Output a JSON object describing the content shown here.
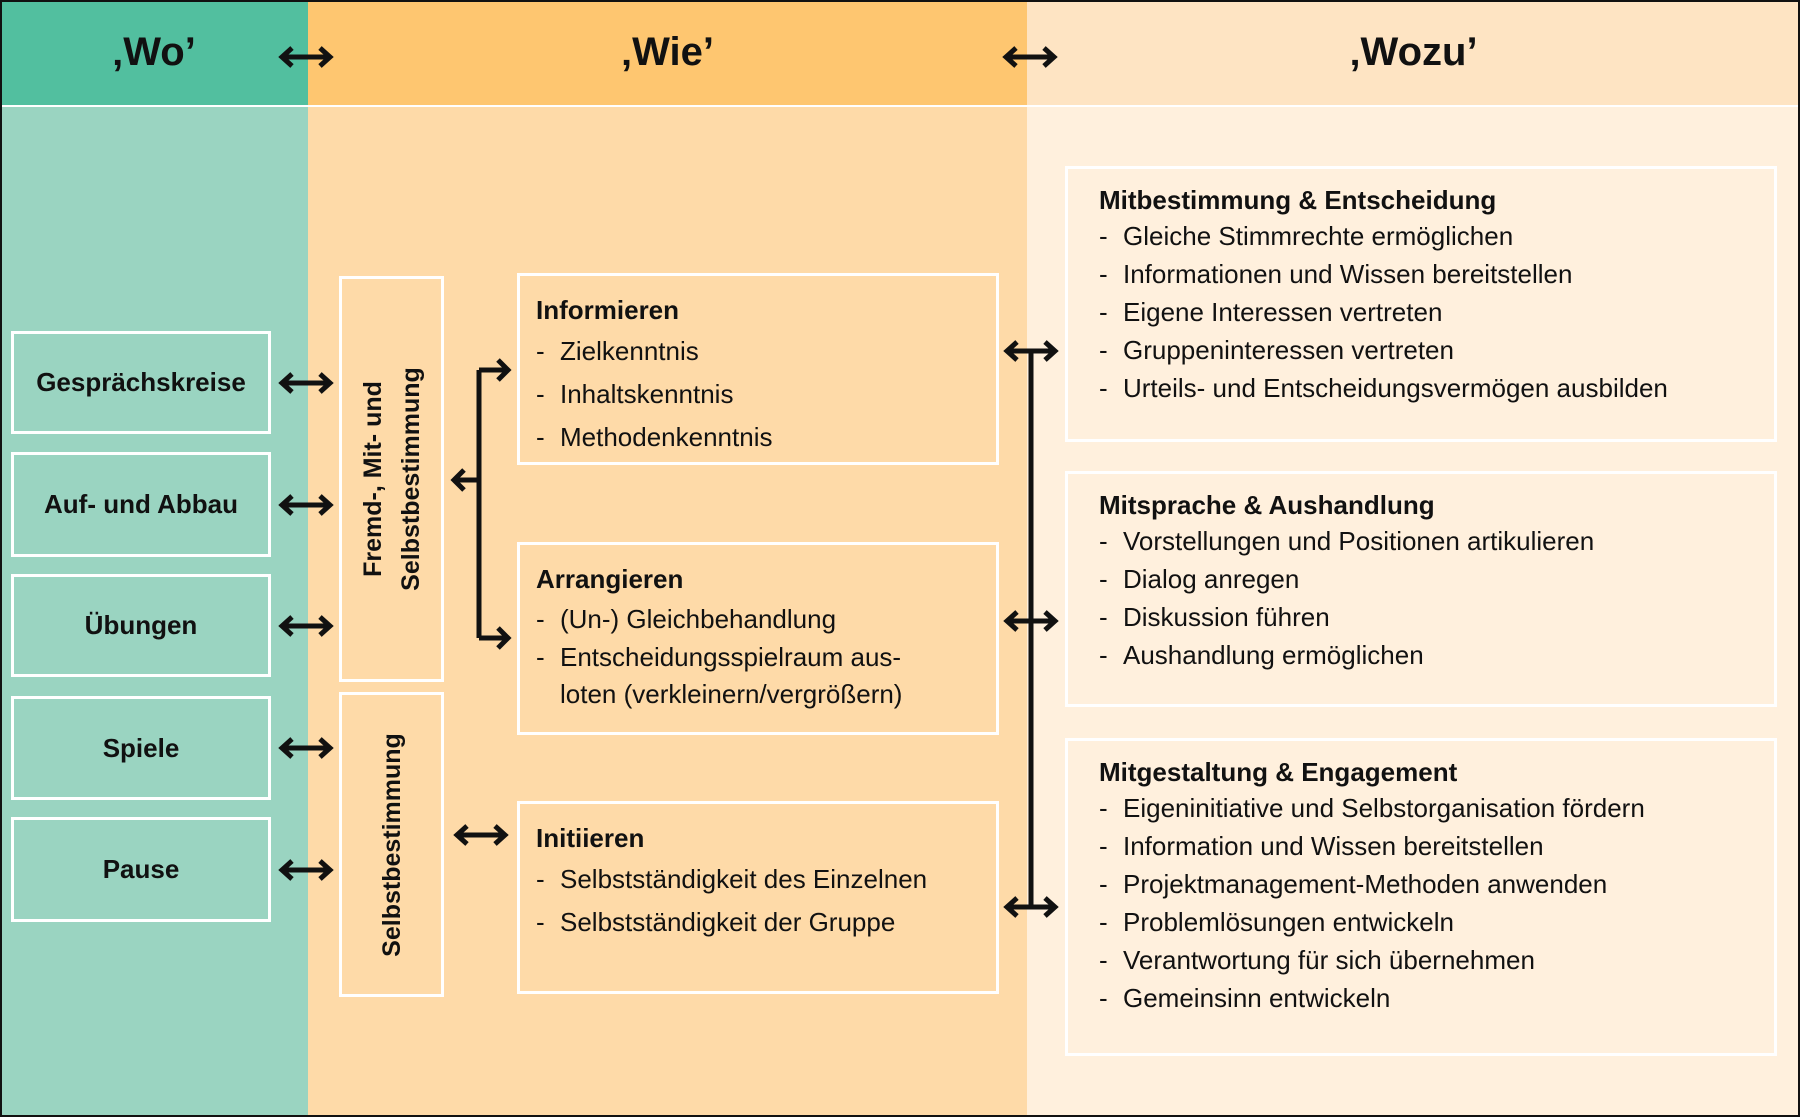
{
  "headers": {
    "wo": "‚Wo’",
    "wie": "‚Wie’",
    "wozu": "‚Wozu’"
  },
  "wo_items": [
    "Gesprächskreise",
    "Auf- und Abbau",
    "Übungen",
    "Spiele",
    "Pause"
  ],
  "vertical": {
    "upper_line1": "Fremd-, Mit- und",
    "upper_line2": "Selbstbestimmung",
    "lower": "Selbstbestimmung"
  },
  "wie_boxes": [
    {
      "title": "Informieren",
      "items": [
        "Zielkenntnis",
        "Inhaltskenntnis",
        "Methodenkenntnis"
      ]
    },
    {
      "title": "Arrangieren",
      "items": [
        "(Un-) Gleichbehandlung",
        "Entscheidungsspielraum aus-\nloten (verkleinern/vergrößern)"
      ]
    },
    {
      "title": "Initiieren",
      "items": [
        "Selbstständigkeit des Einzelnen",
        "Selbstständigkeit der Gruppe"
      ]
    }
  ],
  "wozu_boxes": [
    {
      "title": "Mitbestimmung & Entscheidung",
      "items": [
        "Gleiche Stimmrechte ermöglichen",
        "Informationen und Wissen bereitstellen",
        "Eigene Interessen vertreten",
        "Gruppeninteressen vertreten",
        "Urteils- und Entscheidungsvermögen ausbilden"
      ]
    },
    {
      "title": "Mitsprache & Aushandlung",
      "items": [
        "Vorstellungen und Positionen artikulieren",
        "Dialog anregen",
        "Diskussion führen",
        "Aushandlung ermöglichen"
      ]
    },
    {
      "title": "Mitgestaltung & Engagement",
      "items": [
        "Eigeninitiative und Selbstorganisation fördern",
        "Information und Wissen bereitstellen",
        "Projektmanagement-Methoden anwenden",
        "Problemlösungen entwickeln",
        "Verantwortung für sich übernehmen",
        "Gemeinsinn entwickeln"
      ]
    }
  ],
  "colors": {
    "wo_header": "#52bf9f",
    "wo_body": "#9ad4c1",
    "wie_header": "#fec670",
    "wie_body": "#fedaa8",
    "wozu_header": "#fee4c3",
    "wozu_body": "#fff0dd"
  }
}
